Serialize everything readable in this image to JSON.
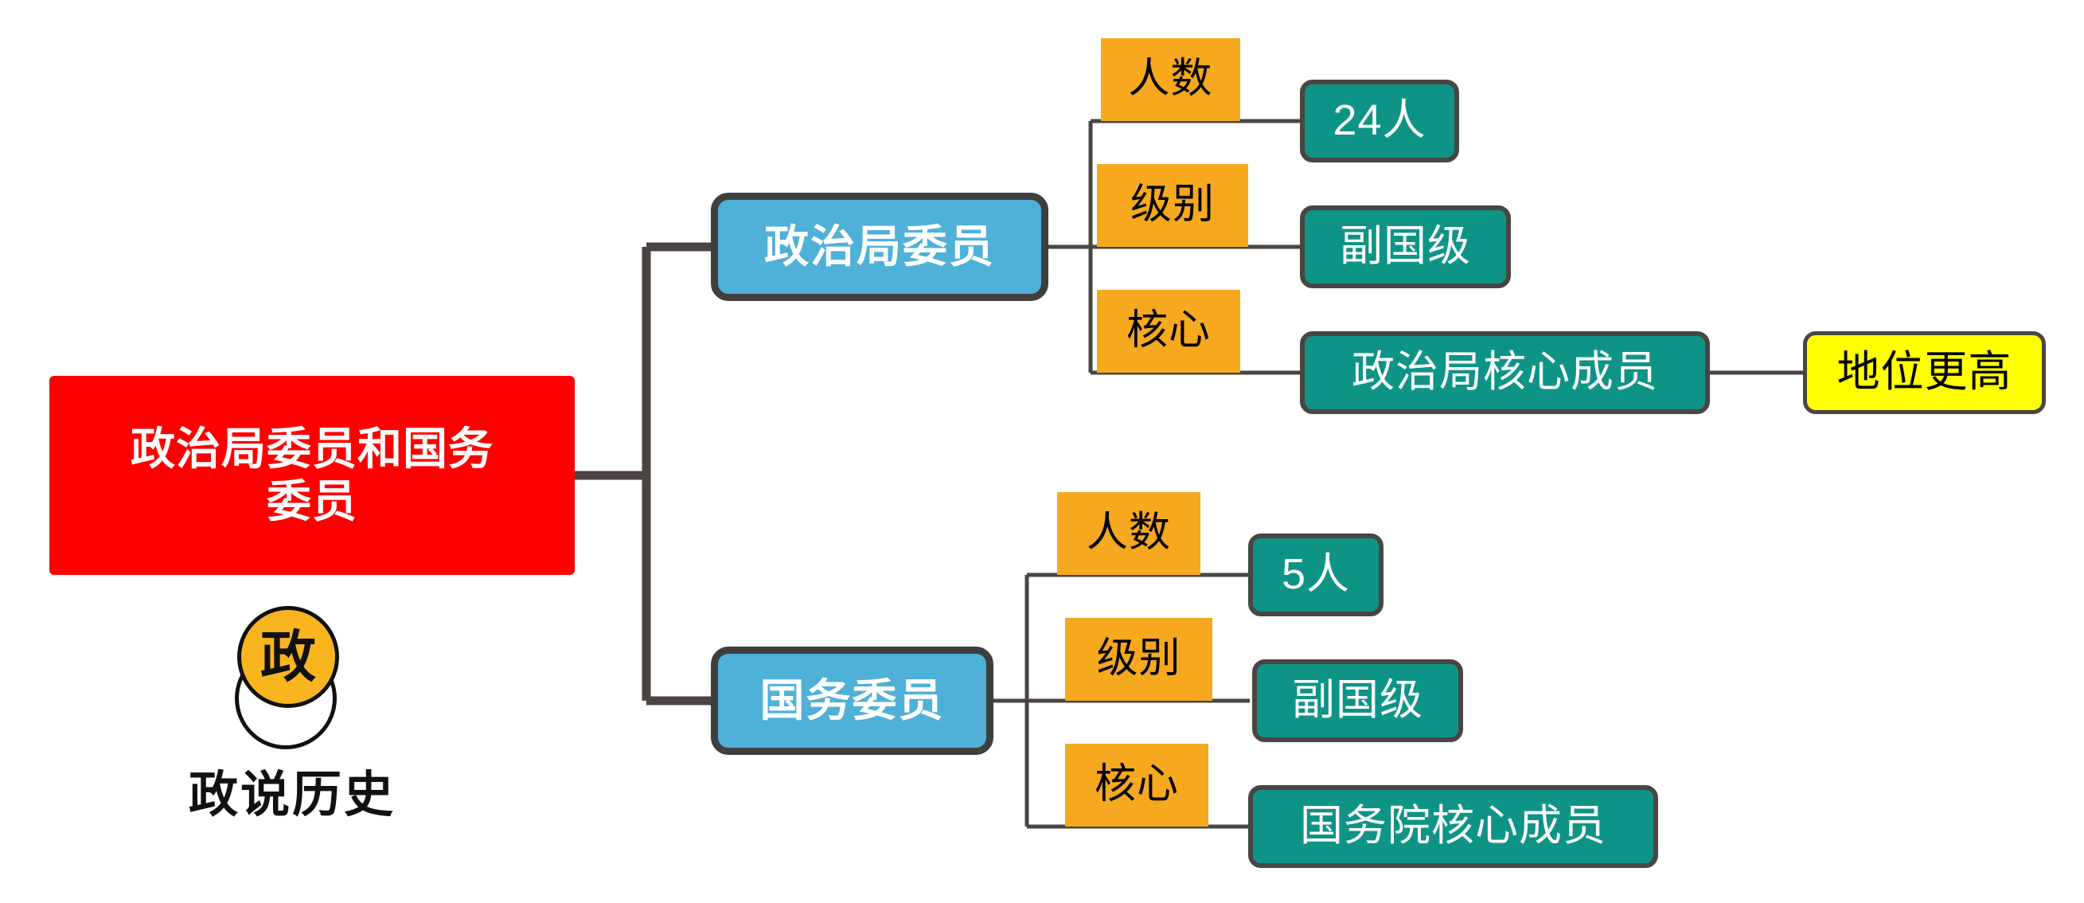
{
  "diagram": {
    "type": "mind-map",
    "root": {
      "label": "政治局委员和国务\n委员",
      "color": "#FE0000"
    },
    "branches": [
      {
        "label": "政治局委员",
        "color": "#4FB0D8",
        "children": [
          {
            "tag": "人数",
            "value": "24人"
          },
          {
            "tag": "级别",
            "value": "副国级"
          },
          {
            "tag": "核心",
            "value": "政治局核心成员",
            "note": "地位更高"
          }
        ]
      },
      {
        "label": "国务委员",
        "color": "#4FB0D8",
        "children": [
          {
            "tag": "人数",
            "value": "5人"
          },
          {
            "tag": "级别",
            "value": "副国级"
          },
          {
            "tag": "核心",
            "value": "国务院核心成员"
          }
        ]
      }
    ]
  },
  "watermark": {
    "badge_char": "政",
    "brand": "政说历史",
    "badge_color": "#F9B520"
  },
  "palette": {
    "root": "#FE0000",
    "branch": "#4FB0D8",
    "leaf": "#0D9487",
    "tag": "#F6A81E",
    "highlight": "#FFFF00",
    "stroke": "#4A4542"
  }
}
